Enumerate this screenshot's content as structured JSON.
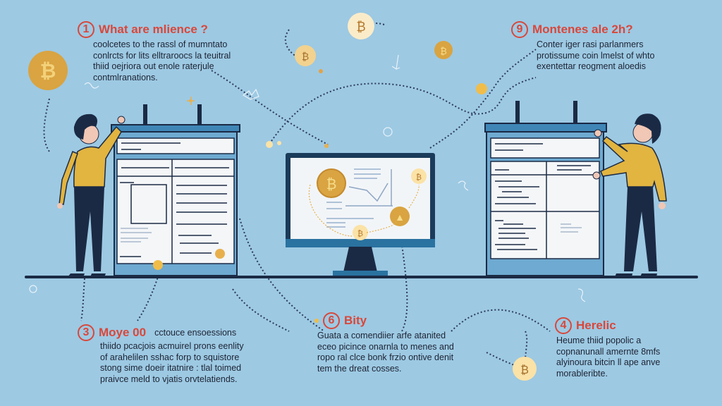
{
  "blocks": [
    {
      "number": "1",
      "title": "What are mlience ?",
      "lines": [
        "coolcetes to the rassl of mumntato",
        "conlrcts for lits elltraroocs la teuitral",
        "thiid oejriora out enole raterjule",
        "contmlranations."
      ]
    },
    {
      "number": "9",
      "title": "Montenes ale 2h?",
      "lines": [
        "Conter iger rasi parlanmers",
        "protissume coin lmelst of whto",
        "exentettar reogment aloedis"
      ]
    },
    {
      "number": "3",
      "title": "Moye 00",
      "inline": "cctouce ensoessions",
      "lines": [
        "thiido pcacjois acmuirel prons eenlity",
        "of arahelilen sshac forp to squistore",
        "stong sime doeir itatnire : tlal toimed",
        "praivce meld to vjatis orvtelatiends."
      ]
    },
    {
      "number": "6",
      "title": "Bity",
      "lines": [
        "Guata a comendiier arfe atanited",
        "eceo picince onarnla to menes and",
        "ropo ral clce bonk frzio ontive denit",
        "tem the dreat cosses."
      ]
    },
    {
      "number": "4",
      "title": "Herelic",
      "lines": [
        "Heume thiid popolic a",
        "copnanunall amernte 8mfs",
        "alyinoura bitcin ll ape anve",
        "morableribte."
      ]
    }
  ],
  "icons": {
    "coin_large": "bitcoin-coin",
    "coin_small": "crypto-token"
  },
  "colors": {
    "background": "#9dc9e3",
    "accent_red": "#d9473a",
    "coin_gold": "#d9a441",
    "navy": "#1b2a44",
    "board_blue": "#5b9cc6",
    "shirt_yellow": "#e2b440"
  }
}
